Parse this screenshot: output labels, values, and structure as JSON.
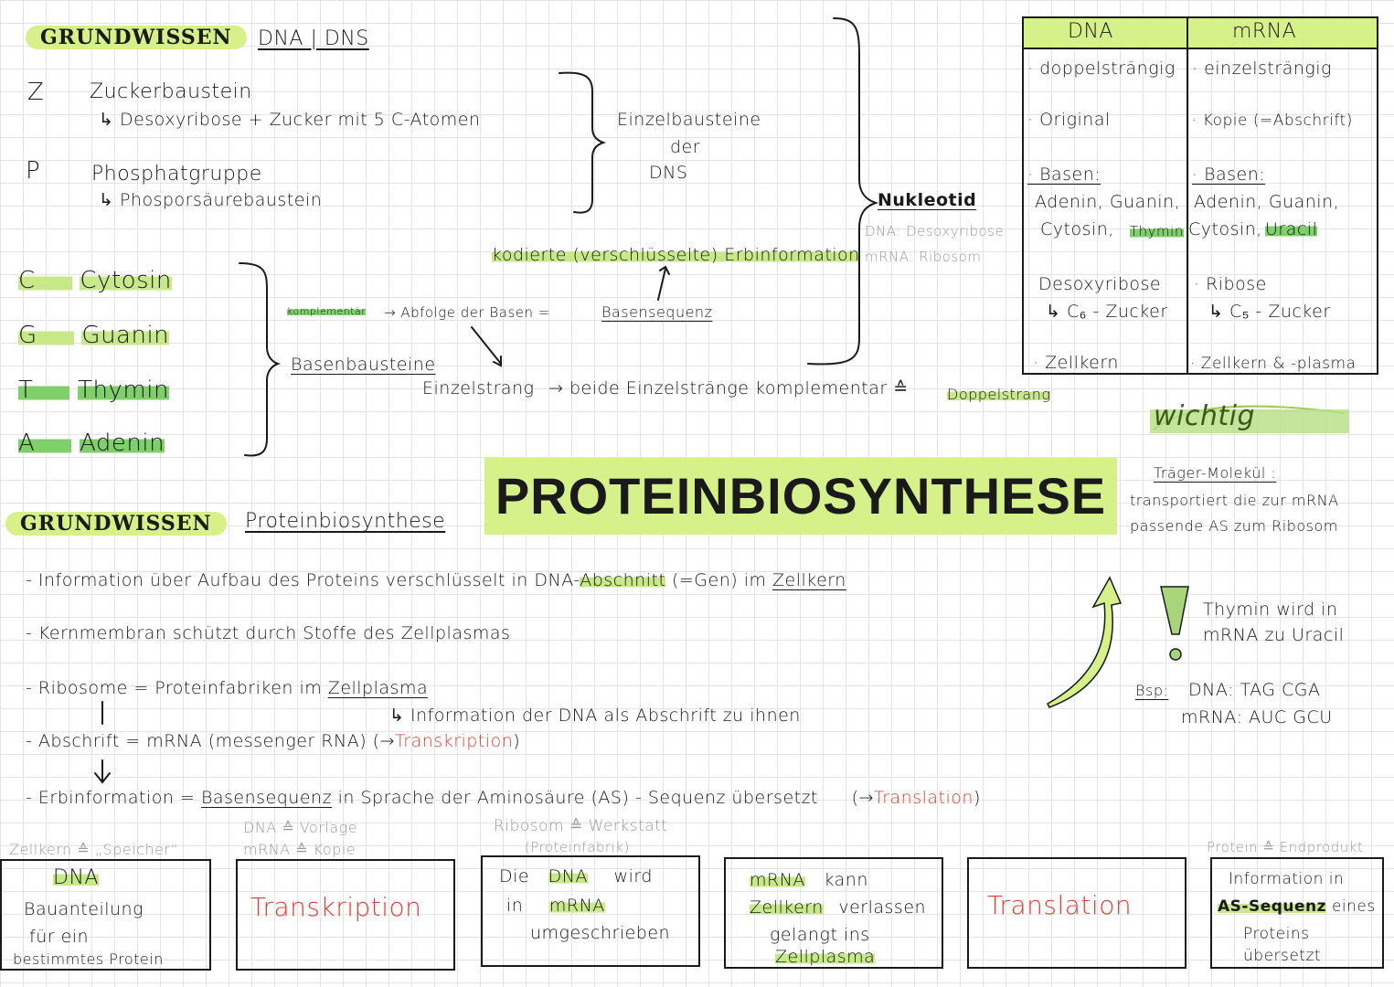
{
  "top": {
    "heading": "GRUNDWISSEN",
    "subheading": "DNA | DNS",
    "z_letter": "Z",
    "z_title": "Zuckerbaustein",
    "z_detail": "↳ Desoxyribose + Zucker mit 5 C-Atomen",
    "p_letter": "P",
    "p_title": "Phosphatgruppe",
    "p_detail": "↳ Phosporsäurebaustein",
    "einzel_line1": "Einzelbausteine",
    "einzel_line2": "der",
    "einzel_line3": "DNS",
    "nukleotid": "Nukleotid",
    "nuk_dna": "DNA: Desoxyribose",
    "nuk_mrna": "mRNA: Ribosom"
  },
  "bases": [
    {
      "letter": "C",
      "name": "Cytosin"
    },
    {
      "letter": "G",
      "name": "Guanin"
    },
    {
      "letter": "T",
      "name": "Thymin"
    },
    {
      "letter": "A",
      "name": "Adenin"
    }
  ],
  "middle": {
    "kodierte": "kodierte (verschlüsselte) Erbinformation",
    "komplementaer": "komplementär",
    "abfolge": "→ Abfolge der Basen =",
    "basensequenz": "Basensequenz",
    "basenbausteine": "Basenbausteine",
    "einzelstrang": "Einzelstrang",
    "beide": "→ beide Einzelstränge komplementar ≙",
    "doppelstrang": "Doppelstrang"
  },
  "table": {
    "col1": "DNA",
    "col2": "mRNA",
    "rows": [
      {
        "dna": "· doppelsträngig",
        "mrna": "· einzelsträngig"
      },
      {
        "dna": "· Original",
        "mrna": "· Kopie (=Abschrift)"
      },
      {
        "dna": "· Basen:",
        "mrna": "· Basen:"
      },
      {
        "dna": "Adenin, Guanin,",
        "mrna": "Adenin, Guanin,"
      },
      {
        "dna": "Cytosin,",
        "mrna": "Cytosin,"
      },
      {
        "dna": "Thymin",
        "mrna": "Uracil"
      },
      {
        "dna": "Desoxyribose",
        "mrna": "· Ribose"
      },
      {
        "dna": "↳ C₆ - Zucker",
        "mrna": "↳ C₅ - Zucker"
      },
      {
        "dna": "· Zellkern",
        "mrna": "· Zellkern & -plasma"
      }
    ]
  },
  "title": "PROTEINBIOSYNTHESE",
  "side": {
    "wichtig": "wichtig",
    "traeger": "Träger-Molekül :",
    "traeger_l1": "transportiert die zur mRNA",
    "traeger_l2": "passende AS zum Ribosom",
    "thymin_l1": "Thymin wird in",
    "thymin_l2": "mRNA zu Uracil",
    "bsp": "Bsp:",
    "bsp_dna": "DNA: TAG CGA",
    "bsp_mrna": "mRNA: AUC GCU"
  },
  "protein": {
    "heading": "GRUNDWISSEN",
    "subheading": "Proteinbiosynthese",
    "line1_a": "- Information über Aufbau des Proteins verschlüsselt in DNA-",
    "line1_b": "Abschnitt",
    "line1_c": "(=Gen) im",
    "line1_d": "Zellkern",
    "line2": "- Kernmembran schützt durch Stoffe des Zellplasmas",
    "line3_a": "- Ribosome = Proteinfabriken im",
    "line3_b": "Zellplasma",
    "line3_sub": "↳ Information der DNA als Abschrift zu ihnen",
    "line4_a": "- Abschrift = mRNA (messenger RNA) (→",
    "line4_b": "Transkription",
    "line4_c": ")",
    "line5_a": "- Erbinformation =",
    "line5_b": "Basensequenz",
    "line5_c": "in Sprache der Aminosäure (AS) - Sequenz übersetzt",
    "line5_d": "(→",
    "line5_e": "Translation",
    "line5_f": ")"
  },
  "flow": {
    "lbl_zellkern": "Zellkern ≙ „Speicher“",
    "lbl_dna_vorlage": "DNA ≙ Vorlage",
    "lbl_mrna_kopie": "mRNA ≙ Kopie",
    "lbl_ribosom": "Ribosom ≙ Werkstatt",
    "lbl_proteinfabrik": "(Proteinfabrik)",
    "lbl_protein": "Protein ≙ Endprodukt",
    "b1_l1": "DNA",
    "b1_l2": "Bauanteilung",
    "b1_l3": "für ein",
    "b1_l4": "bestimmtes Protein",
    "b2": "Transkription",
    "b3_l1a": "Die",
    "b3_l1b": "DNA",
    "b3_l1c": "wird",
    "b3_l2a": "in",
    "b3_l2b": "mRNA",
    "b3_l3": "umgeschrieben",
    "b4_l1a": "mRNA",
    "b4_l1b": "kann",
    "b4_l2a": "Zellkern",
    "b4_l2b": "verlassen",
    "b4_l3": "gelangt ins",
    "b4_l4": "Zellplasma",
    "b5": "Translation",
    "b6_l1": "Information in",
    "b6_l2": "AS-Sequenz",
    "b6_l2b": "eines",
    "b6_l3": "Proteins",
    "b6_l4": "übersetzt"
  }
}
